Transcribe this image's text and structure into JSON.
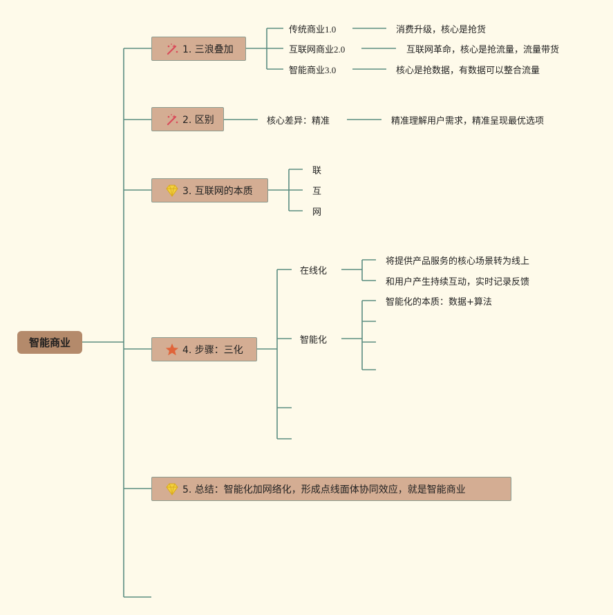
{
  "root": {
    "label": "智能商业"
  },
  "branches": [
    {
      "label": "1. 三浪叠加",
      "icon": "magic-wand-icon",
      "children": [
        {
          "label": "传统商业1.0",
          "note": "消费升级，核心是抢货"
        },
        {
          "label": "互联网商业2.0",
          "note": "互联网革命，核心是抢流量，流量带货"
        },
        {
          "label": "智能商业3.0",
          "note": "核心是抢数据，有数据可以整合流量"
        }
      ]
    },
    {
      "label": "2. 区别",
      "icon": "magic-wand-icon",
      "children": [
        {
          "label": "核心差异：精准",
          "note": "精准理解用户需求，精准呈现最优选项"
        }
      ]
    },
    {
      "label": "3. 互联网的本质",
      "icon": "diamond-icon",
      "children": [
        {
          "label": "联"
        },
        {
          "label": "互"
        },
        {
          "label": "网"
        }
      ]
    },
    {
      "label": "4. 步骤：三化",
      "icon": "star-icon",
      "children": [
        {
          "label": "在线化",
          "items": [
            "将提供产品服务的核心场景转为线上",
            "和用户产生持续互动，实时记录反馈"
          ]
        },
        {
          "label": "智能化",
          "items": [
            "智能化的本质：数据+算法"
          ]
        }
      ]
    },
    {
      "label": "5. 总结：智能化加网络化，形成点线面体协同效应，就是智能商业",
      "icon": "diamond-icon",
      "children": []
    }
  ],
  "colors": {
    "background": "#fefaea",
    "connector": "#5a8c80",
    "root_fill": "#b48a6b",
    "topic_fill": "#d4ad93",
    "wand": "#d94b5a",
    "star": "#e0643a",
    "diamond": "#f2d13f"
  }
}
